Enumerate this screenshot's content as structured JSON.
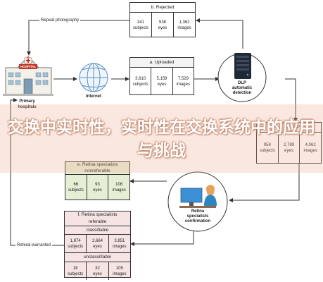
{
  "flows": {
    "repeat_photography": "Repeat photography",
    "internet": "Internet",
    "referral_warranted": "Referal-warranted"
  },
  "primary_hospitals": {
    "label": "Primary hospitals",
    "sign": "HOSPITAL"
  },
  "dlp": {
    "label": "DLP automatic detection"
  },
  "retina_confirmation": {
    "label": "Retina specialists confirmation"
  },
  "boxes": {
    "rejected": {
      "title": "b. Rejected",
      "cells": [
        {
          "value": "341",
          "unit": "subjects"
        },
        {
          "value": "538",
          "unit": "eyes"
        },
        {
          "value": "1,362",
          "unit": "images"
        }
      ]
    },
    "uploaded": {
      "title": "a. Uploaded",
      "cells": [
        {
          "value": "3,610",
          "unit": "subjects"
        },
        {
          "value": "5,159",
          "unit": "eyes"
        },
        {
          "value": "7,529",
          "unit": "images"
        }
      ]
    },
    "dlp_result": {
      "title": "c. DLP",
      "cells": [
        {
          "value": "958",
          "unit": "subjects"
        },
        {
          "value": "2,789",
          "unit": "eyes"
        },
        {
          "value": "4,062",
          "unit": "images"
        }
      ]
    },
    "nonreferable": {
      "title": "e. Retina specialists",
      "subtitle": "nonreferable",
      "cells": [
        {
          "value": "66",
          "unit": "subjects"
        },
        {
          "value": "93",
          "unit": "eyes"
        },
        {
          "value": "106",
          "unit": "images"
        }
      ]
    },
    "referable": {
      "title": "f. Retina specialists",
      "subtitle": "referable",
      "classifiable": {
        "label": "classifiable",
        "cells": [
          {
            "value": "1,874",
            "unit": "subjects"
          },
          {
            "value": "2,664",
            "unit": "eyes"
          },
          {
            "value": "3,851",
            "unit": "images"
          }
        ]
      },
      "unclassifiable": {
        "label": "unclassifiable",
        "cells": [
          {
            "value": "18",
            "unit": "subjects"
          },
          {
            "value": "32",
            "unit": "eyes"
          },
          {
            "value": "105",
            "unit": "images"
          }
        ]
      }
    }
  },
  "overlay_title": "交换中实时性，实时性在交换系统中的应用与挑战",
  "colors": {
    "box_header_rejected": "#ffffff",
    "box_header_green": "#e6efd6",
    "box_header_pink": "#f6e4e4",
    "line": "#333333",
    "banner": "#ecaa8c"
  }
}
